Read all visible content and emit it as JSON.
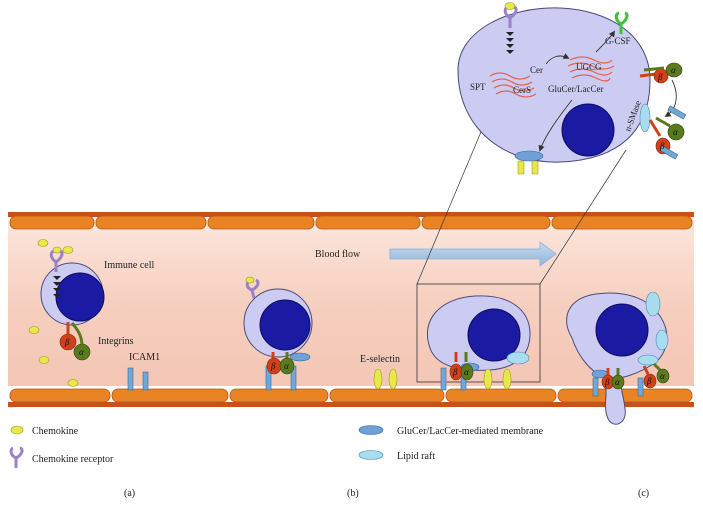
{
  "labels": {
    "immune_cell": "Immune cell",
    "integrins": "Integrins",
    "icam1": "ICAM1",
    "blood_flow": "Blood flow",
    "e_selectin": "E-selectin",
    "spt": "SPT",
    "cers": "CerS",
    "cer": "Cer",
    "ugcg": "UGCG",
    "glucer_laccer": "GluCer/LacCer",
    "g_csf": "G-CSF",
    "n_smase": "n-SMase",
    "beta": "β",
    "alpha": "α"
  },
  "legend": {
    "chemokine": "Chemokine",
    "chemokine_receptor": "Chemokine receptor",
    "glucer_membrane": "GluCer/LacCer-mediated membrane",
    "lipid_raft": "Lipid raft"
  },
  "panels": [
    "(a)",
    "(b)",
    "(c)"
  ],
  "colors": {
    "vessel_wall": "#e07a1a",
    "vessel_lumen": "#f8d3c4",
    "cell_fill": "#ccccf2",
    "nucleus": "#1a1aa3",
    "integrin_beta": "#d2401a",
    "integrin_alpha": "#5b7a1e",
    "chemokine": "#e8e84a",
    "receptor": "#9a82c8",
    "icam1": "#6fa8d6",
    "glucer_membrane": "#6fa0d8",
    "lipid_raft": "#a8dcef",
    "g_csf": "#3fbf3f",
    "ugcg": "#e8604a",
    "blood_flow_arrow": "#a6c6e4"
  },
  "icons": {
    "chemokine": "yellow-oval",
    "chemokine_receptor": "purple-y-receptor",
    "glucer_membrane": "blue-oval",
    "lipid_raft": "light-blue-oval"
  }
}
